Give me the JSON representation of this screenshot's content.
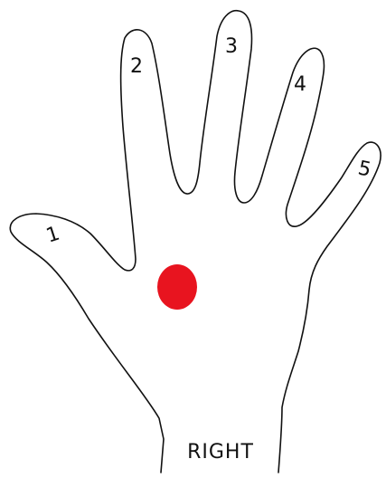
{
  "hand": {
    "side_label": "RIGHT",
    "finger_numbers": [
      "1",
      "2",
      "3",
      "4",
      "5"
    ],
    "palm_marker_color": "#e8141f",
    "outline_color": "#111111"
  }
}
